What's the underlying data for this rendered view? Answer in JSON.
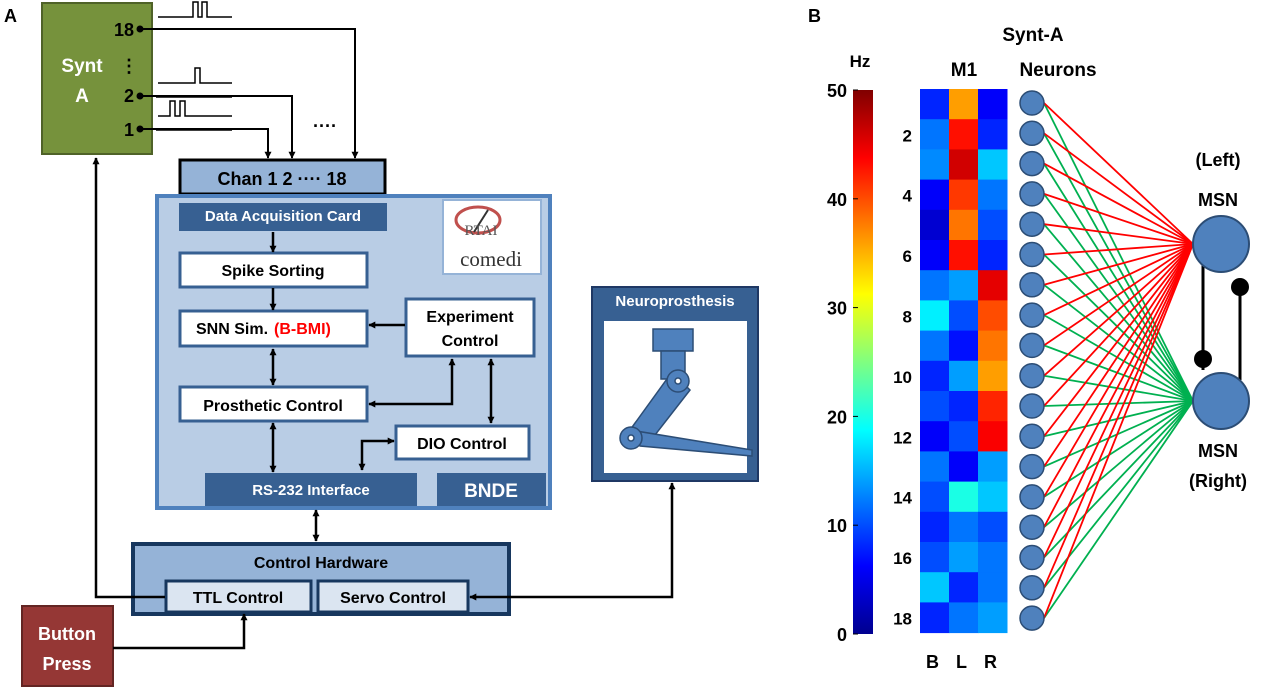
{
  "panel_a": {
    "label": "A",
    "synt_a": {
      "line1": "Synt",
      "line2": "A",
      "ch_top": "18",
      "ch_dots": "⋮",
      "ch_mid": "2",
      "ch_low": "1"
    },
    "wire_dots": "····",
    "chan_box": "Chan  1  2  ····  18",
    "data_acq": "Data Acquisition Card",
    "logo": {
      "line1": "RTAI",
      "line2": "comedi"
    },
    "spike_sorting": "Spike Sorting",
    "snn_sim": "SNN Sim.",
    "snn_sim_highlight": "(B-BMI)",
    "experiment_control": {
      "line1": "Experiment",
      "line2": "Control"
    },
    "prosthetic_control": "Prosthetic Control",
    "dio_control": "DIO Control",
    "rs232": "RS-232 Interface",
    "bnde": "BNDE",
    "neuroprosthesis": "Neuroprosthesis",
    "control_hardware": "Control Hardware",
    "ttl_control": "TTL Control",
    "servo_control": "Servo Control",
    "button_press": {
      "line1": "Button",
      "line2": "Press"
    }
  },
  "panel_b": {
    "label": "B"
  },
  "chart_data": {
    "type": "heatmap",
    "header_top": "Synt-A",
    "header_heatmap": "M1",
    "header_neurons": "Neurons",
    "colorbar": {
      "unit": "Hz",
      "range": [
        0,
        50
      ],
      "ticks": [
        0,
        10,
        20,
        30,
        40,
        50
      ],
      "colormap": "jet"
    },
    "columns": [
      "B",
      "L",
      "R"
    ],
    "row_tick_labels": [
      "2",
      "4",
      "6",
      "8",
      "10",
      "12",
      "14",
      "16",
      "18"
    ],
    "rows": 18,
    "values": [
      [
        8,
        36,
        6
      ],
      [
        12,
        43,
        8
      ],
      [
        13,
        46,
        16
      ],
      [
        6,
        41,
        12
      ],
      [
        4,
        38,
        10
      ],
      [
        6,
        43,
        8
      ],
      [
        12,
        14,
        45
      ],
      [
        18,
        10,
        40
      ],
      [
        12,
        7,
        38
      ],
      [
        8,
        14,
        36
      ],
      [
        10,
        8,
        42
      ],
      [
        6,
        10,
        44
      ],
      [
        12,
        6,
        14
      ],
      [
        10,
        20,
        16
      ],
      [
        8,
        12,
        10
      ],
      [
        10,
        14,
        12
      ],
      [
        16,
        8,
        12
      ],
      [
        8,
        12,
        14
      ]
    ],
    "connections": {
      "left_msn_color": "#ff0000",
      "right_msn_color": "#00b050",
      "neuron_count": 18
    },
    "msn_left": {
      "qualifier": "(Left)",
      "label": "MSN"
    },
    "msn_right": {
      "label": "MSN",
      "qualifier": "(Right)"
    },
    "colors": {
      "neuron_fill": "#4f81bd",
      "neuron_stroke": "#2c4d75"
    }
  }
}
